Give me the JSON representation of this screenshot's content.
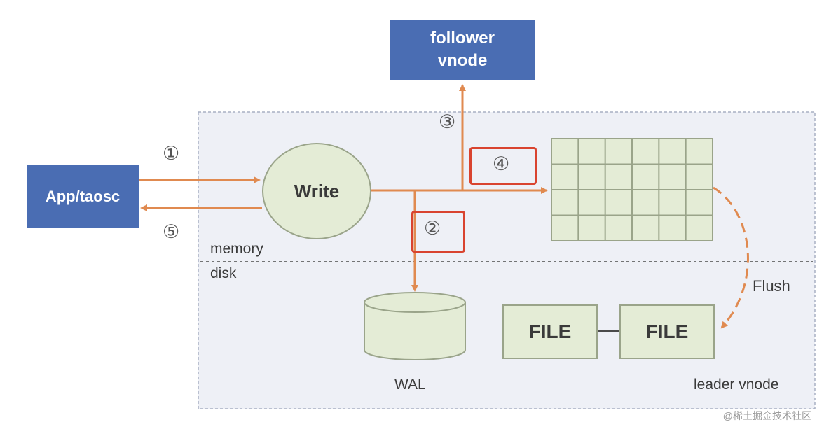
{
  "nodes": {
    "app": "App/taosc",
    "follower_line1": "follower",
    "follower_line2": "vnode",
    "write": "Write",
    "wal": "WAL",
    "file_1": "FILE",
    "file_2": "FILE"
  },
  "labels": {
    "memory": "memory",
    "disk": "disk",
    "flush": "Flush",
    "leader": "leader vnode"
  },
  "steps": {
    "s1": "①",
    "s2": "②",
    "s3": "③",
    "s4": "④",
    "s5": "⑤"
  },
  "table": {
    "rows": 4,
    "cols": 6
  },
  "watermark": "@稀土掘金技术社区",
  "colors": {
    "vnode_bg": "#eef0f6",
    "blue": "#4a6db3",
    "green_fill": "#e4ecd6",
    "arrow": "#e08a50",
    "highlight": "#d9442f"
  }
}
